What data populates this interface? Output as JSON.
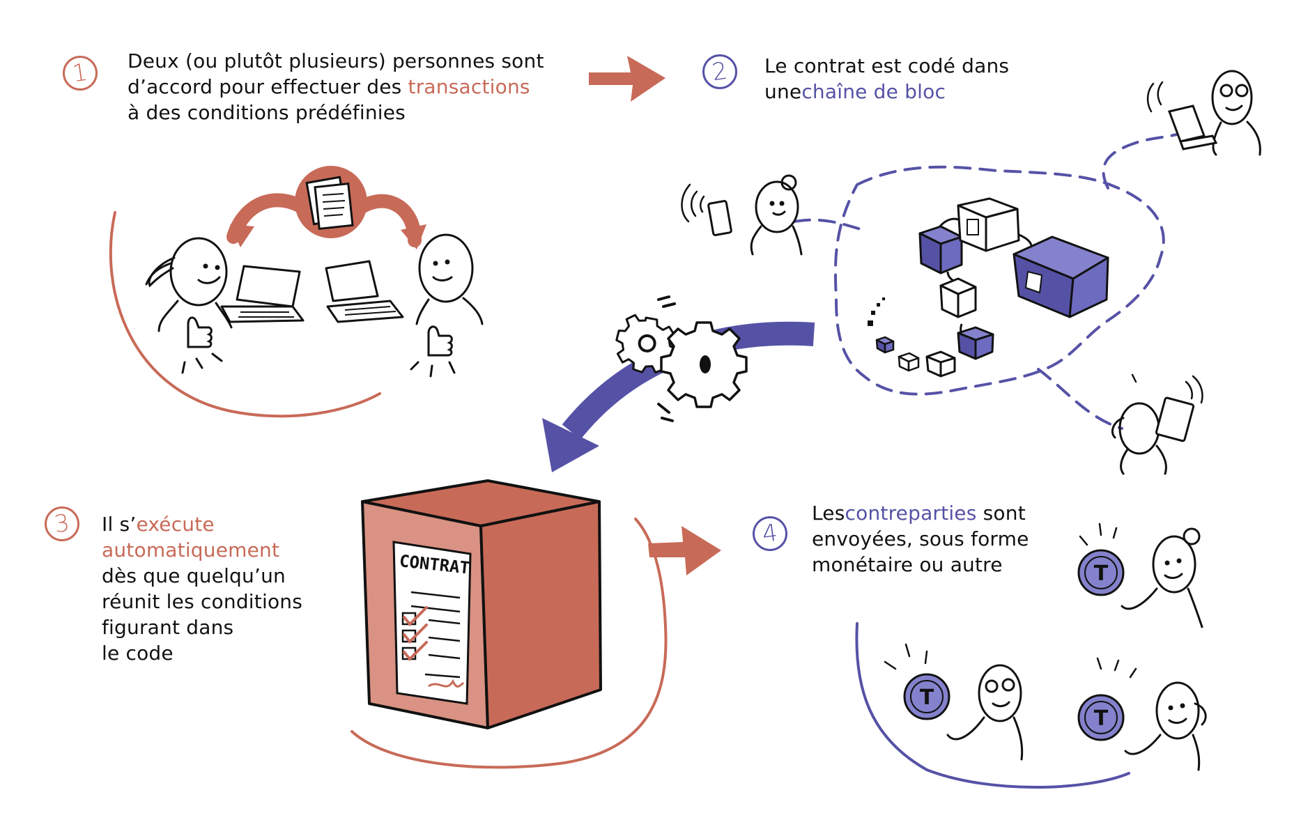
{
  "colors": {
    "terracotta": "#c86a58",
    "terracotta_light": "#d99283",
    "indigo": "#5552a6",
    "indigo_light": "#8482cc",
    "ink": "#111111"
  },
  "steps": [
    {
      "number": "1",
      "line1": "Deux (ou plutôt plusieurs) personnes sont",
      "line2_prefix": "d’accord pour effectuer des ",
      "highlight": "transactions",
      "line3": "à des conditions prédéfinies"
    },
    {
      "number": "2",
      "line1": "Le contrat est codé dans",
      "line2_prefix": "une",
      "highlight": "chaîne de bloc"
    },
    {
      "number": "3",
      "line1_prefix": "Il s’",
      "highlight1": "exécute",
      "highlight2": "automatiquement",
      "line3": "dès que quelqu’un",
      "line4": "réunit les conditions",
      "line5": "figurant dans",
      "line6": "le code"
    },
    {
      "number": "4",
      "line1_prefix": "Les",
      "highlight": "contreparties",
      "line1_suffix": " sont",
      "line2": "envoyées, sous forme",
      "line3": "monétaire ou autre"
    }
  ],
  "contract_box": {
    "label": "CONTRAT"
  },
  "coin_letter": "T",
  "icons": [
    "document-icon",
    "laptop-icon",
    "person-icon",
    "thumbs-up-icon",
    "gear-icon",
    "block-cube-icon",
    "coin-icon",
    "phone-icon",
    "tablet-icon",
    "arrow-right-icon",
    "curved-arrow-icon"
  ]
}
